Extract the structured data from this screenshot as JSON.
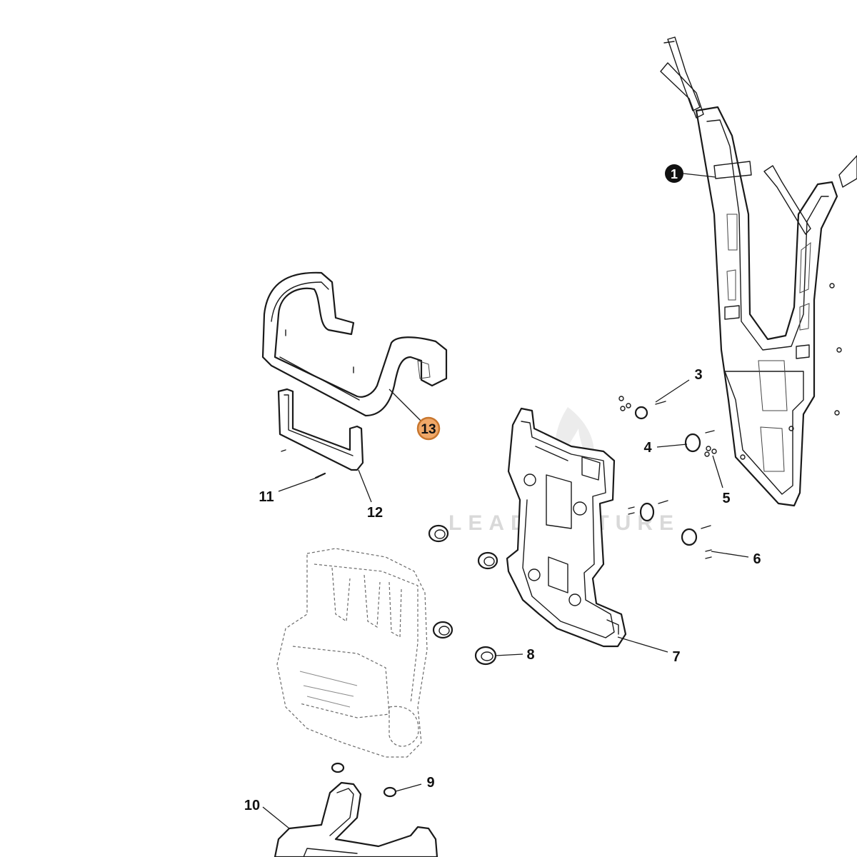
{
  "watermark": "LEADVENTURE",
  "callouts": {
    "c1": "1",
    "c3": "3",
    "c4": "4",
    "c5": "5",
    "c6": "6",
    "c7": "7",
    "c8": "8",
    "c9": "9",
    "c10": "10",
    "c11": "11",
    "c12": "12",
    "c13": "13"
  },
  "colors": {
    "highlight_fill": "#f0a868",
    "highlight_stroke": "#c8762e",
    "callout_dark": "#111111"
  },
  "highlighted_part": "13"
}
